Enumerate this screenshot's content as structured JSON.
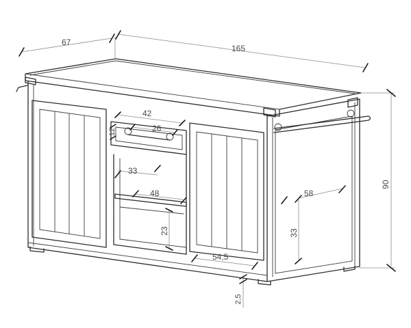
{
  "dimensions": {
    "total_width": "165",
    "total_depth": "67",
    "total_height": "90",
    "drawer_width": "42",
    "drawer_handle": "26",
    "drawer_height": "12",
    "upper_opening_width": "33",
    "shelf_width": "48",
    "lower_opening_height": "23",
    "inner_bottom_width": "54,5",
    "side_panel_width": "58",
    "side_panel_height": "33",
    "leg_height": "2,5"
  }
}
